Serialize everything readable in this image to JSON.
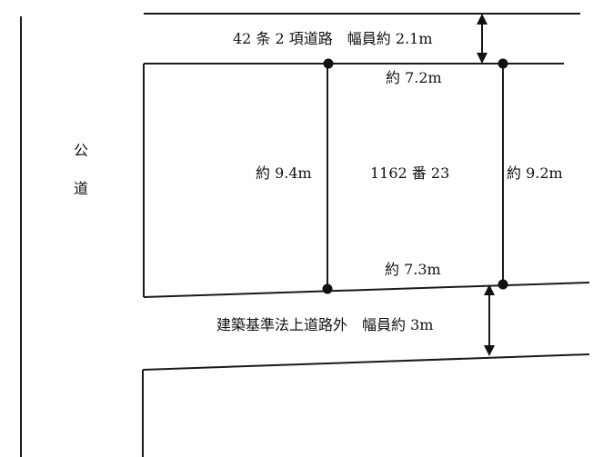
{
  "diagram": {
    "public_road": {
      "char1": "公",
      "char2": "道"
    },
    "north_road": {
      "label": "42 条 2 項道路　幅員約 2.1m"
    },
    "south_road": {
      "label": "建築基準法上道路外　幅員約 3m"
    },
    "lot": {
      "number": "1162 番 23",
      "top_width": "約 7.2m",
      "bottom_width": "約 7.3m",
      "left_depth": "約 9.4m",
      "right_depth": "約 9.2m"
    },
    "colors": {
      "line": "#1a1a1a",
      "background": "#ffffff"
    }
  }
}
